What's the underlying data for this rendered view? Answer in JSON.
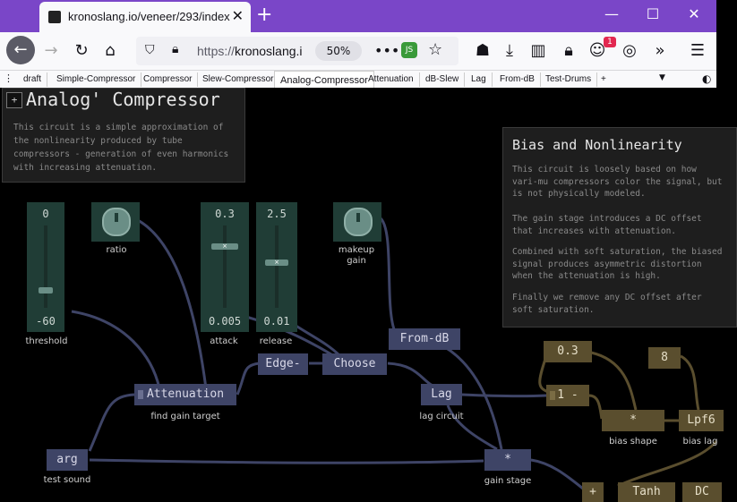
{
  "browser": {
    "tab_title": "kronoslang.io/veneer/293/index",
    "tab_close": "✕",
    "new_tab": "+",
    "url_prefix": "https://",
    "url_host": "kronoslang.i",
    "zoom": "50%",
    "js_label": "JS",
    "badge_count": "1",
    "bookmarks": [
      "draft",
      "Simple-Compressor",
      "Compressor",
      "Slew-Compressor",
      "Analog-Compressor",
      "Attenuation",
      "dB-Slew",
      "Lag",
      "From-dB",
      "Test-Drums"
    ],
    "active_bookmark": "Analog-Compressor",
    "bookmark_plus": "+"
  },
  "header_panel": {
    "plus": "+",
    "title": "Analog' Compressor",
    "description": "This circuit is a simple approximation of the nonlinearity produced by tube compressors - generation of even harmonics with increasing attenuation."
  },
  "info_panel": {
    "title": "Bias and Nonlinearity",
    "paragraphs": [
      "This circuit is loosely based on how vari-mu compressors color the signal, but is not physically modeled.",
      "The gain stage introduces a DC offset that increases with attenuation.",
      "Combined with soft saturation, the biased signal produces asymmetric distortion when the attenuation is high.",
      "Finally we remove any DC offset after soft saturation."
    ]
  },
  "controls": {
    "threshold": {
      "top": "0",
      "bottom": "-60",
      "label": "threshold",
      "level": 0.78
    },
    "ratio": {
      "label": "ratio"
    },
    "attack": {
      "top": "0.3",
      "bottom": "0.005",
      "label": "attack",
      "level": 0.25,
      "thumb": "×"
    },
    "release": {
      "top": "2.5",
      "bottom": "0.01",
      "label": "release",
      "level": 0.45,
      "thumb": "×"
    },
    "makeup": {
      "label": "makeup gain"
    }
  },
  "nodes": {
    "attenuation": {
      "text": "Attenuation",
      "label": "find gain target"
    },
    "edge": {
      "text": "Edge-"
    },
    "choose": {
      "text": "Choose"
    },
    "fromdb": {
      "text": "From-dB"
    },
    "lag": {
      "text": "Lag",
      "label": "lag circuit"
    },
    "arg": {
      "text": "arg",
      "label": "test sound"
    },
    "gain": {
      "text": "*",
      "label": "gain stage"
    },
    "c03": {
      "text": "0.3"
    },
    "c8": {
      "text": "8"
    },
    "oneminus": {
      "text": "1 -"
    },
    "bias": {
      "text": "*",
      "label": "bias shape"
    },
    "lpf": {
      "text": "Lpf6",
      "label": "bias lag"
    },
    "plus": {
      "text": "+"
    },
    "tanh": {
      "text": "Tanh"
    },
    "dc": {
      "text": "DC"
    }
  }
}
